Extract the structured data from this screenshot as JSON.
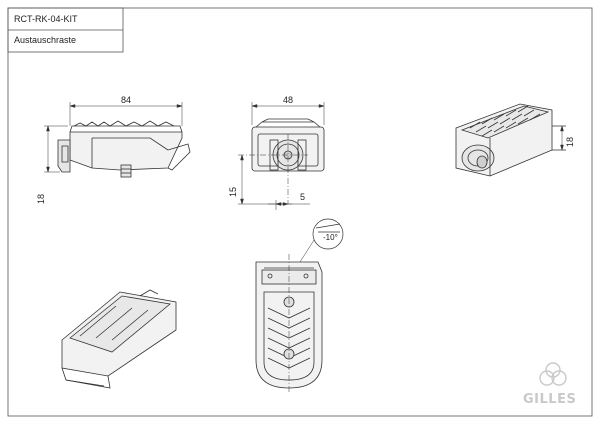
{
  "title_block": {
    "part_number": "RCT-RK-04-KIT",
    "description": "Austauschraste"
  },
  "dimensions": {
    "side_length": "84",
    "side_height": "18",
    "front_width": "48",
    "front_height": "15",
    "front_offset": "5",
    "iso_height": "18"
  },
  "detail": {
    "angle_label": "-10°"
  },
  "logo": {
    "text": "GILLES"
  }
}
